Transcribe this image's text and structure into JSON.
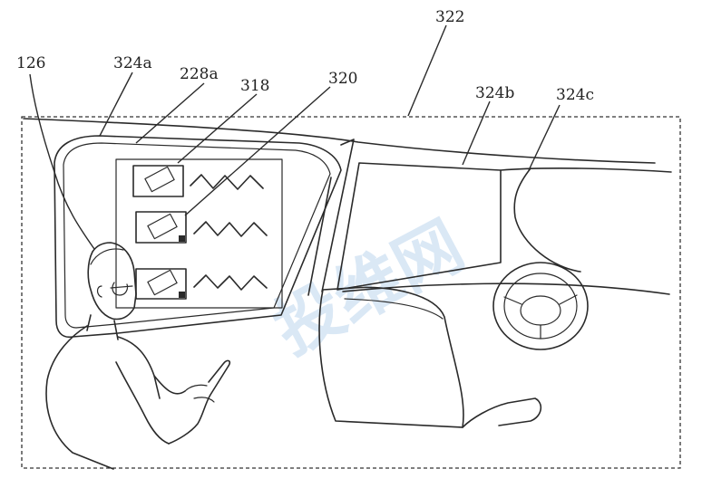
{
  "labels": {
    "l126": "126",
    "l324a": "324a",
    "l228a": "228a",
    "l318": "318",
    "l320": "320",
    "l322": "322",
    "l324b": "324b",
    "l324c": "324c"
  },
  "watermark": {
    "text": "投维网"
  },
  "colors": {
    "line": "#2a2a2a",
    "watermark": "#9fc3e6",
    "background": "#ffffff"
  }
}
